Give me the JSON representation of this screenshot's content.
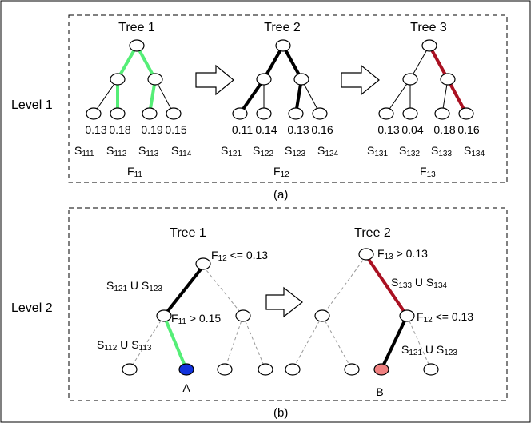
{
  "panel_a": {
    "caption": "(a)",
    "level_label": "Level 1",
    "trees": [
      {
        "title": "Tree 1",
        "highlight_color": "#55ee77",
        "values": [
          "0.13",
          "0.18",
          "0.19",
          "0.15"
        ],
        "leaves": [
          {
            "base": "S",
            "sub": "111"
          },
          {
            "base": "S",
            "sub": "112"
          },
          {
            "base": "S",
            "sub": "113"
          },
          {
            "base": "S",
            "sub": "114"
          }
        ],
        "feature": {
          "base": "F",
          "sub": "11"
        }
      },
      {
        "title": "Tree 2",
        "highlight_color": "#000000",
        "values": [
          "0.11",
          "0.14",
          "0.13",
          "0.16"
        ],
        "leaves": [
          {
            "base": "S",
            "sub": "121"
          },
          {
            "base": "S",
            "sub": "122"
          },
          {
            "base": "S",
            "sub": "123"
          },
          {
            "base": "S",
            "sub": "124"
          }
        ],
        "feature": {
          "base": "F",
          "sub": "12"
        }
      },
      {
        "title": "Tree 3",
        "highlight_color": "#aa1122",
        "values": [
          "0.13",
          "0.04",
          "0.18",
          "0.16"
        ],
        "leaves": [
          {
            "base": "S",
            "sub": "131"
          },
          {
            "base": "S",
            "sub": "132"
          },
          {
            "base": "S",
            "sub": "133"
          },
          {
            "base": "S",
            "sub": "134"
          }
        ],
        "feature": {
          "base": "F",
          "sub": "13"
        }
      }
    ]
  },
  "panel_b": {
    "caption": "(b)",
    "level_label": "Level 2",
    "tree1": {
      "title": "Tree 1",
      "root_rule": {
        "base": "F",
        "sub": "12",
        "rest": " <= 0.13"
      },
      "root_edge_label": {
        "a": "S",
        "a_sub": "121",
        "op": " U ",
        "b": "S",
        "b_sub": "123"
      },
      "mid_rule": {
        "base": "F",
        "sub": "11",
        "rest": " > 0.15"
      },
      "mid_edge_label": {
        "a": "S",
        "a_sub": "112",
        "op": " U ",
        "b": "S",
        "b_sub": "113"
      },
      "leaf_label": "A",
      "leaf_color": "#1133dd"
    },
    "tree2": {
      "title": "Tree 2",
      "root_rule": {
        "base": "F",
        "sub": "13",
        "rest": " > 0.13"
      },
      "root_edge_label": {
        "a": "S",
        "a_sub": "133",
        "op": " U ",
        "b": "S",
        "b_sub": "134"
      },
      "mid_rule": {
        "base": "F",
        "sub": "12",
        "rest": " <= 0.13"
      },
      "mid_edge_label": {
        "a": "S",
        "a_sub": "121",
        "op": " U ",
        "b": "S",
        "b_sub": "123"
      },
      "leaf_label": "B",
      "leaf_color": "#f08080"
    }
  },
  "colors": {
    "green": "#55ee77",
    "black": "#000000",
    "red": "#aa1122",
    "dashed_gray": "#999999"
  }
}
